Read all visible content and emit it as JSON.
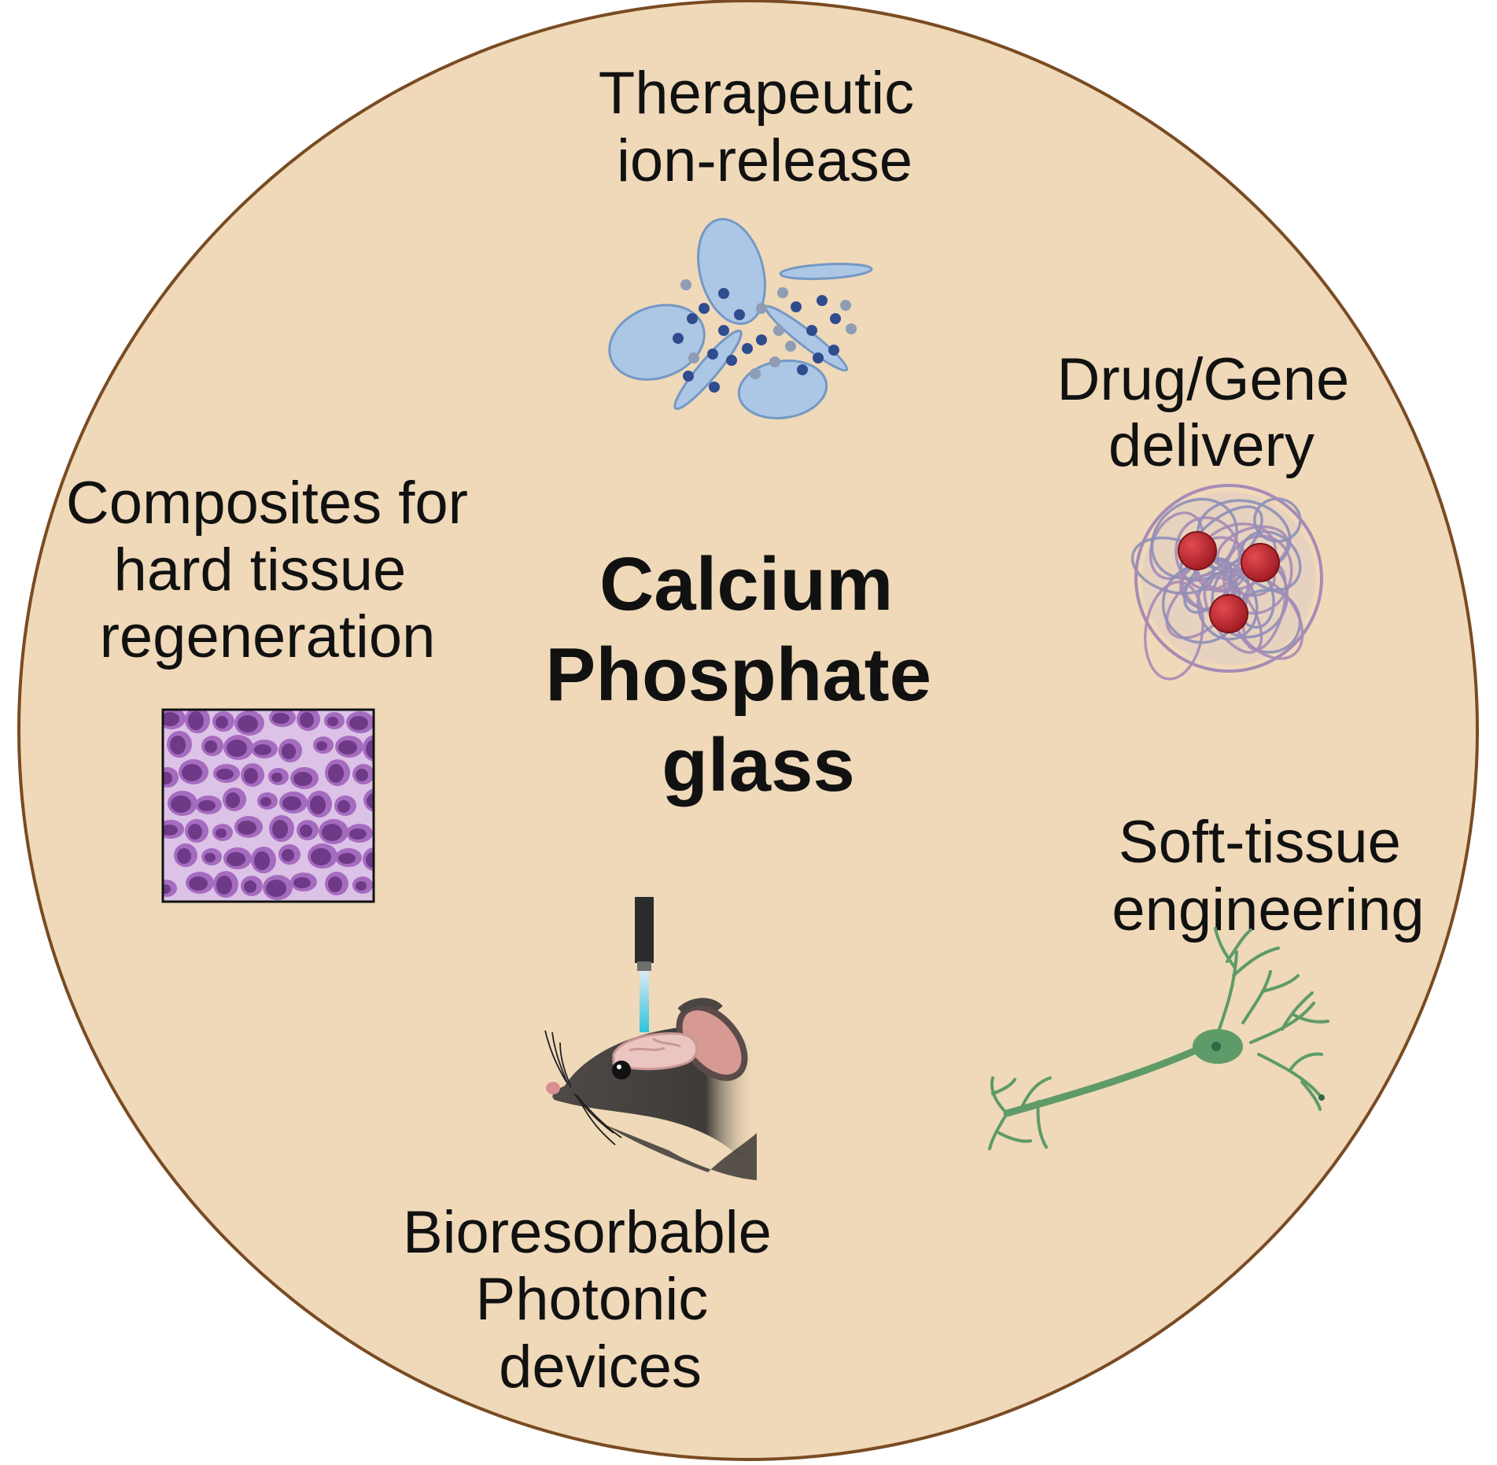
{
  "title": {
    "lines": [
      "Calcium",
      "Phosphate",
      "glass"
    ]
  },
  "applications": {
    "ion_release": {
      "lines": [
        "Therapeutic",
        "ion-release"
      ],
      "icon": "glass-fragments-ions-icon"
    },
    "drug_delivery": {
      "lines": [
        "Drug/Gene",
        "delivery"
      ],
      "icon": "nanoparticle-carrier-icon"
    },
    "hard_tissue": {
      "lines": [
        "Composites for",
        "hard tissue",
        "regeneration"
      ],
      "icon": "bone-tissue-icon"
    },
    "soft_tissue": {
      "lines": [
        "Soft-tissue",
        "engineering"
      ],
      "icon": "neuron-icon"
    },
    "photonic": {
      "lines": [
        "Bioresorbable",
        "Photonic",
        "devices"
      ],
      "icon": "mouse-optical-fiber-icon"
    }
  },
  "colors": {
    "circle_fill": "#EFD9B9",
    "circle_stroke": "#7A4B22",
    "glass": "#A9C6E8",
    "ion_dark": "#2F4C8F",
    "ion_light": "#8E9DB3",
    "tissue": "#8E4FA8",
    "neuron": "#5E9B68",
    "drug": "#C0262E",
    "mouse": "#4A4644"
  }
}
